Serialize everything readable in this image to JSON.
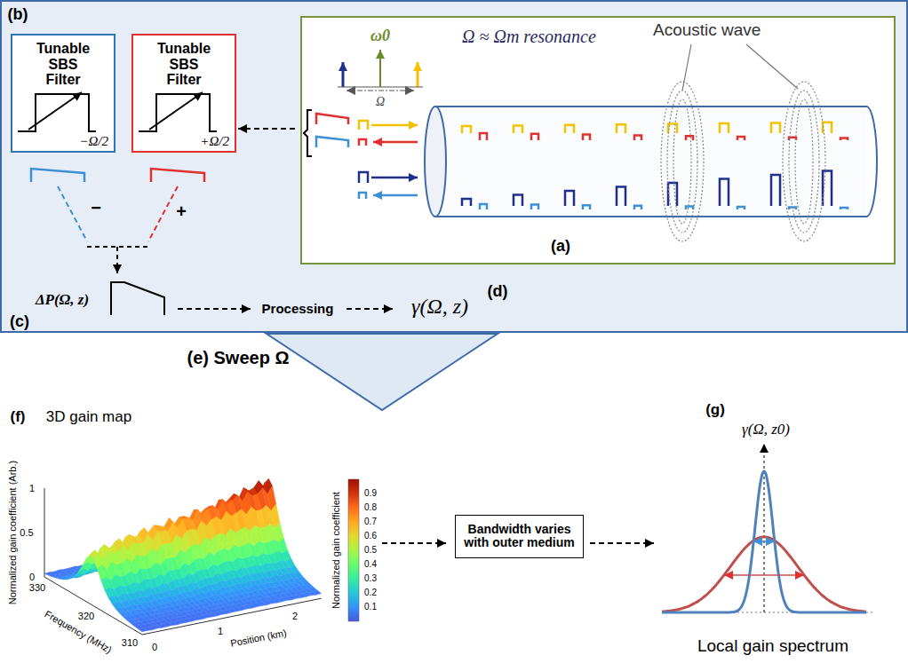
{
  "diagram": {
    "nodes": [
      {
        "text": [
          "Tunable SBS Filter",
          "−Ω/2"
        ]
      },
      {
        "text": [
          "Tunable SBS Filter",
          "+Ω/2"
        ]
      },
      {
        "text": [
          "Ω ≈ Ωm resonance",
          "Acoustic wave",
          "(a)"
        ]
      },
      {
        "text": [
          "Bandwidth varies with outer medium"
        ]
      }
    ],
    "edges": [
      {
        "from": 2,
        "to": 1,
        "arrow": "to"
      }
    ],
    "labels": [
      "(b)",
      "−",
      "+",
      "ΔP(Ω, z)",
      "(c)",
      "Processing",
      "γ(Ω, z)",
      "(d)",
      "ω0",
      "Ω",
      "(e) Sweep Ω",
      "(f)",
      "3D gain map",
      "Normalized gain coefficient (Arb.)",
      "1",
      "0.5",
      "0",
      "Frequency (MHz)",
      "330",
      "320",
      "310",
      "Position (km)",
      "0",
      "1",
      "2",
      "Normalized gain coefficient",
      "0.9",
      "0.8",
      "0.7",
      "0.6",
      "0.5",
      "0.4",
      "0.3",
      "0.2",
      "0.1",
      "(g)",
      "γ(Ω, z0)",
      "Local gain spectrum"
    ]
  }
}
